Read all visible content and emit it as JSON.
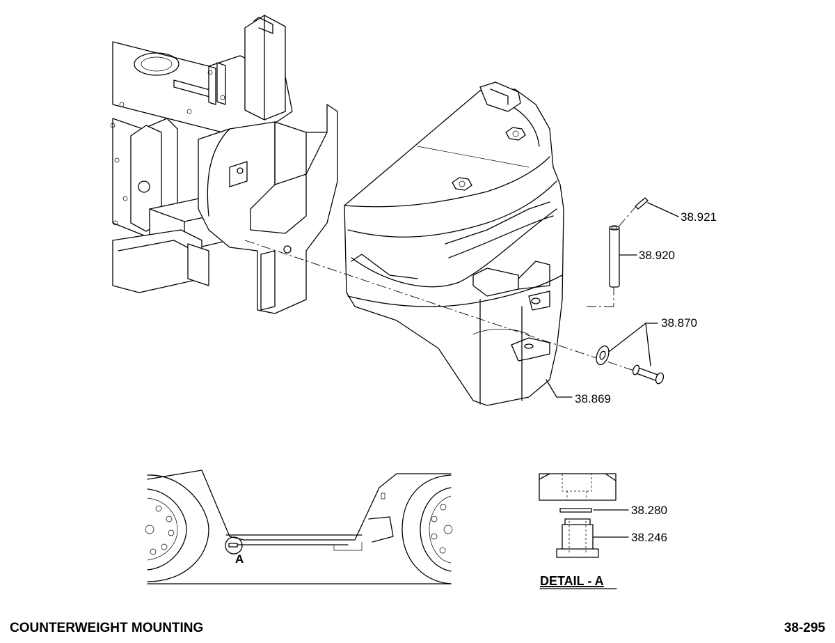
{
  "footer": {
    "title": "COUNTERWEIGHT MOUNTING",
    "page_number": "38-295"
  },
  "callouts": {
    "roll_pin": "38.921",
    "pin": "38.920",
    "washer_and_bolt": "38.870",
    "counterweight": "38.869",
    "shim": "38.280",
    "bumper": "38.246"
  },
  "detail": {
    "marker_letter": "A",
    "title": "DETAIL - A"
  }
}
